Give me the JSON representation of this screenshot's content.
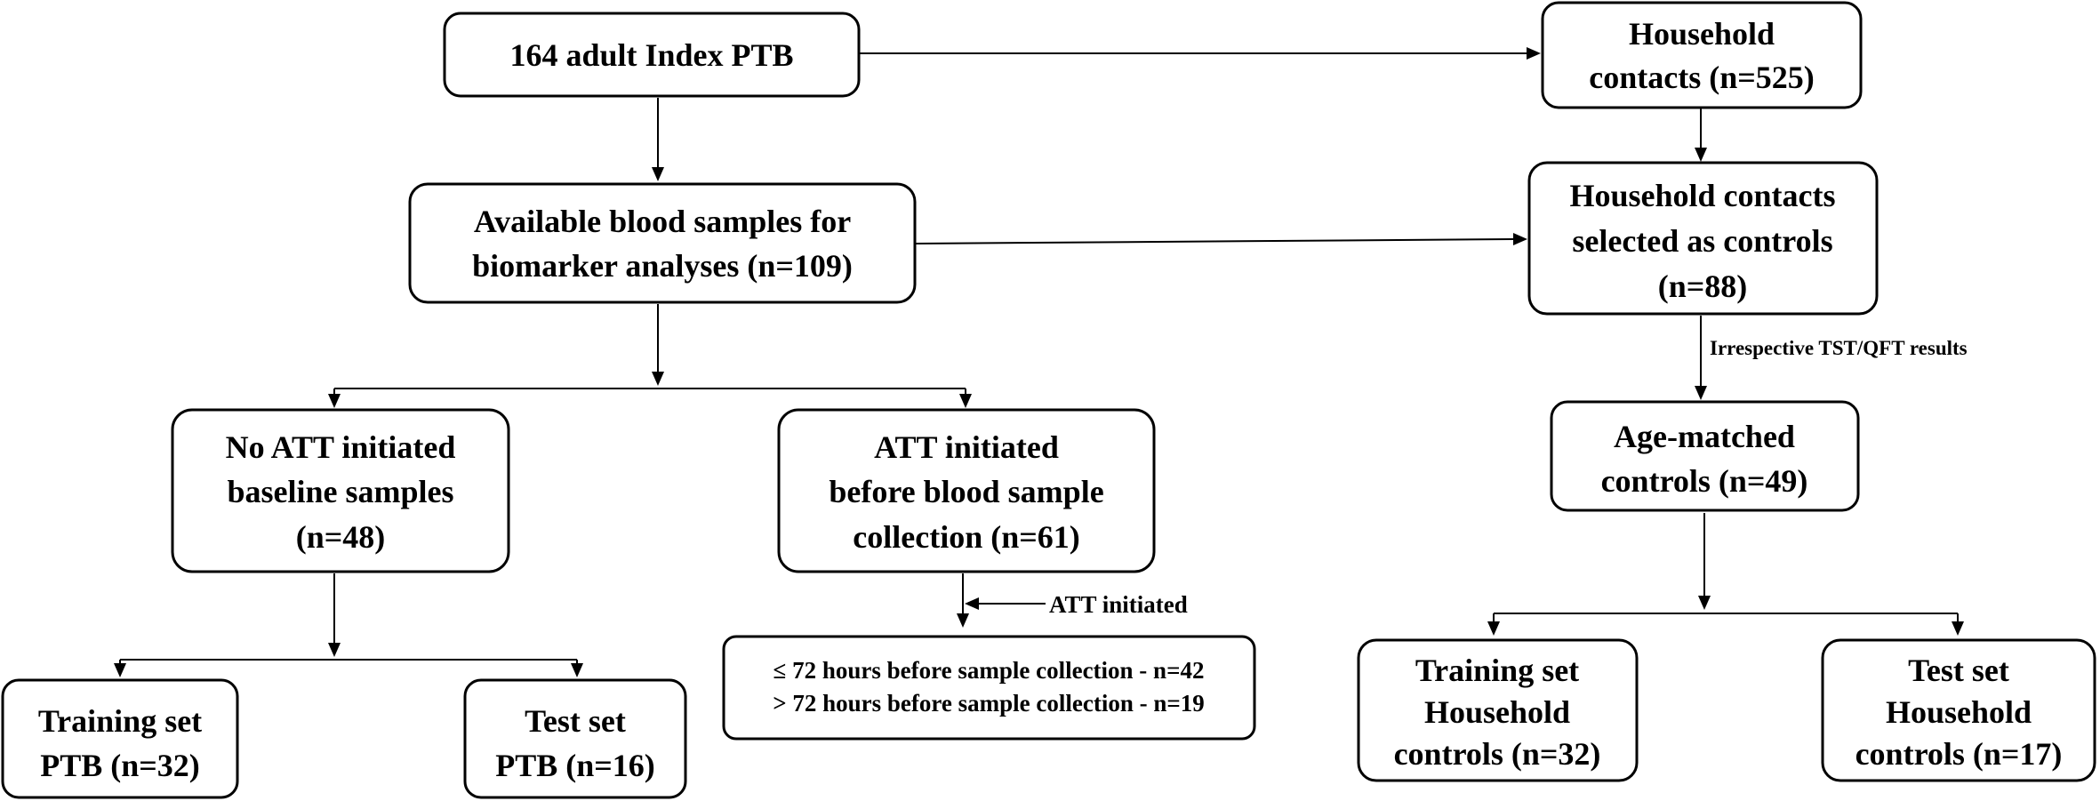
{
  "nodes": {
    "index_ptb": {
      "lines": [
        "164 adult Index PTB"
      ]
    },
    "household_contacts": {
      "lines": [
        "Household",
        "contacts (n=525)"
      ]
    },
    "blood_samples": {
      "lines": [
        "Available blood samples for",
        "biomarker analyses (n=109)"
      ]
    },
    "contacts_controls": {
      "lines": [
        "Household contacts",
        "selected as controls",
        "(n=88)"
      ]
    },
    "no_att": {
      "lines": [
        "No ATT initiated",
        "baseline samples",
        "(n=48)"
      ]
    },
    "att_initiated": {
      "lines": [
        "ATT initiated",
        "before blood sample",
        "collection (n=61)"
      ]
    },
    "age_matched": {
      "lines": [
        "Age-matched",
        "controls (n=49)"
      ]
    },
    "training_ptb": {
      "lines": [
        "Training set",
        "PTB (n=32)"
      ]
    },
    "test_ptb": {
      "lines": [
        "Test set",
        "PTB (n=16)"
      ]
    },
    "att_timing": {
      "lines": [
        "≤ 72 hours before sample collection - n=42",
        "> 72 hours before sample collection - n=19"
      ]
    },
    "training_controls": {
      "lines": [
        "Training set",
        "Household",
        "controls (n=32)"
      ]
    },
    "test_controls": {
      "lines": [
        "Test set",
        "Household",
        "controls (n=17)"
      ]
    }
  },
  "edge_labels": {
    "irrespective": "Irrespective TST/QFT results",
    "att_initiated": "ATT initiated"
  }
}
